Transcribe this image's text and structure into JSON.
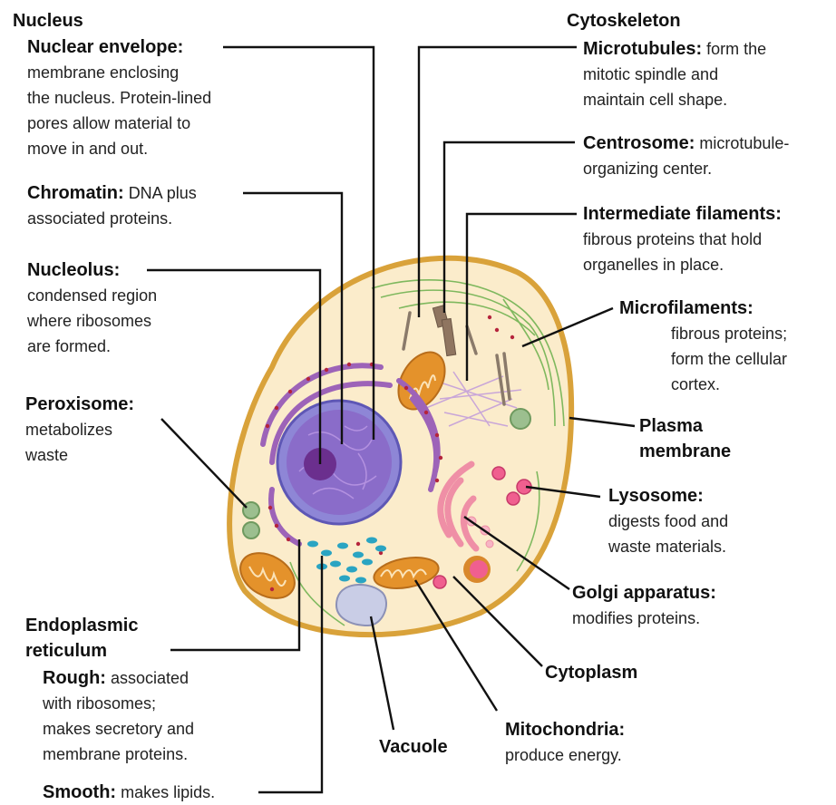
{
  "headers": {
    "nucleus": "Nucleus",
    "cytoskeleton": "Cytoskeleton"
  },
  "labels": {
    "nuclear_envelope": {
      "term": "Nuclear envelope:",
      "desc": [
        "membrane enclosing",
        "the nucleus. Protein-lined",
        "pores allow material to",
        "move in and out."
      ]
    },
    "chromatin": {
      "term": "Chromatin:",
      "desc": [
        "DNA plus",
        "associated proteins."
      ]
    },
    "nucleolus": {
      "term": "Nucleolus:",
      "desc": [
        "condensed region",
        "where ribosomes",
        "are formed."
      ]
    },
    "peroxisome": {
      "term": "Peroxisome:",
      "desc": [
        "metabolizes",
        "waste"
      ]
    },
    "endoplasmic_reticulum": {
      "term": [
        "Endoplasmic",
        "reticulum"
      ]
    },
    "rough": {
      "term": "Rough:",
      "desc": [
        "associated",
        "with ribosomes;",
        "makes secretory and",
        "membrane proteins."
      ]
    },
    "smooth": {
      "term": "Smooth:",
      "desc": "makes lipids."
    },
    "microtubules": {
      "term": "Microtubules:",
      "desc": [
        "form the",
        "mitotic spindle and",
        "maintain cell shape."
      ]
    },
    "centrosome": {
      "term": "Centrosome:",
      "desc": [
        "microtubule-",
        "organizing center."
      ]
    },
    "intermediate_filaments": {
      "term": "Intermediate filaments:",
      "desc": [
        "fibrous proteins that hold",
        "organelles in place."
      ]
    },
    "microfilaments": {
      "term": "Microfilaments:",
      "desc": [
        "fibrous proteins;",
        "form the cellular",
        "cortex."
      ]
    },
    "plasma_membrane": {
      "term": [
        "Plasma",
        "membrane"
      ]
    },
    "lysosome": {
      "term": "Lysosome:",
      "desc": [
        "digests food and",
        "waste materials."
      ]
    },
    "golgi": {
      "term": "Golgi apparatus:",
      "desc": "modifies proteins."
    },
    "cytoplasm": {
      "term": "Cytoplasm"
    },
    "mitochondria": {
      "term": "Mitochondria:",
      "desc": "produce energy."
    },
    "vacuole": {
      "term": "Vacuole"
    }
  },
  "colors": {
    "cytoplasm": "#fbeccb",
    "membrane": "#d9a23a",
    "nucleus_outer": "#8e86d6",
    "nucleus_inner": "#8a6cc9",
    "nucleolus": "#6b2f8e",
    "er": "#9d63b8",
    "ribosome": "#b5243c",
    "golgi": "#ef8fa6",
    "lysosome": "#f05f8f",
    "mitochondria": "#d9882c",
    "smooth_er": "#2aa4c2",
    "vacuole": "#c9cde6",
    "filament": "#6ab04c",
    "peroxisome": "#9cbf8f"
  }
}
